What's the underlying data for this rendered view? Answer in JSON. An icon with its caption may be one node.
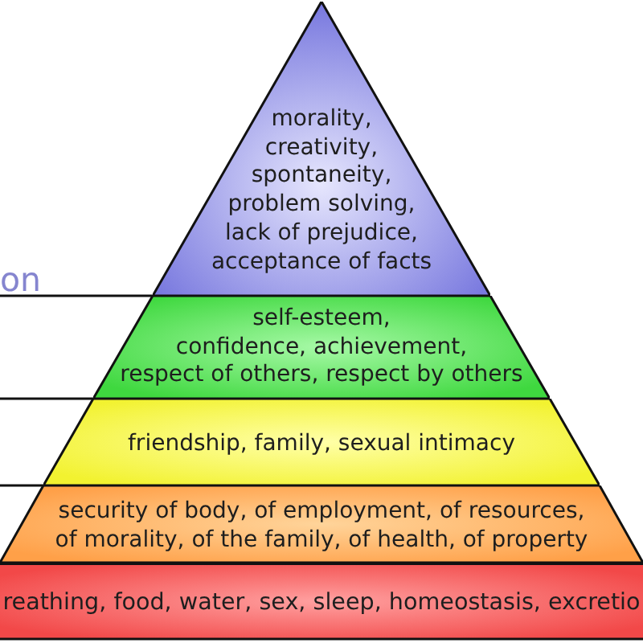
{
  "diagram": {
    "nodes": [
      {
        "text": [
          "morality, creativity, spontaneity, problem solving, lack of prejudice, acceptance of facts"
        ]
      },
      {
        "text": [
          "self-esteem, confidence, achievement, respect of others, respect by others"
        ]
      },
      {
        "text": [
          "friendship, family, sexual intimacy"
        ]
      },
      {
        "text": [
          "security of body, of employment, of resources, of morality, of the family, of health, of property"
        ]
      },
      {
        "text": [
          "reathing, food, water, sex, sleep, homeostasis, excretio"
        ]
      }
    ],
    "labels": [
      "on"
    ]
  }
}
